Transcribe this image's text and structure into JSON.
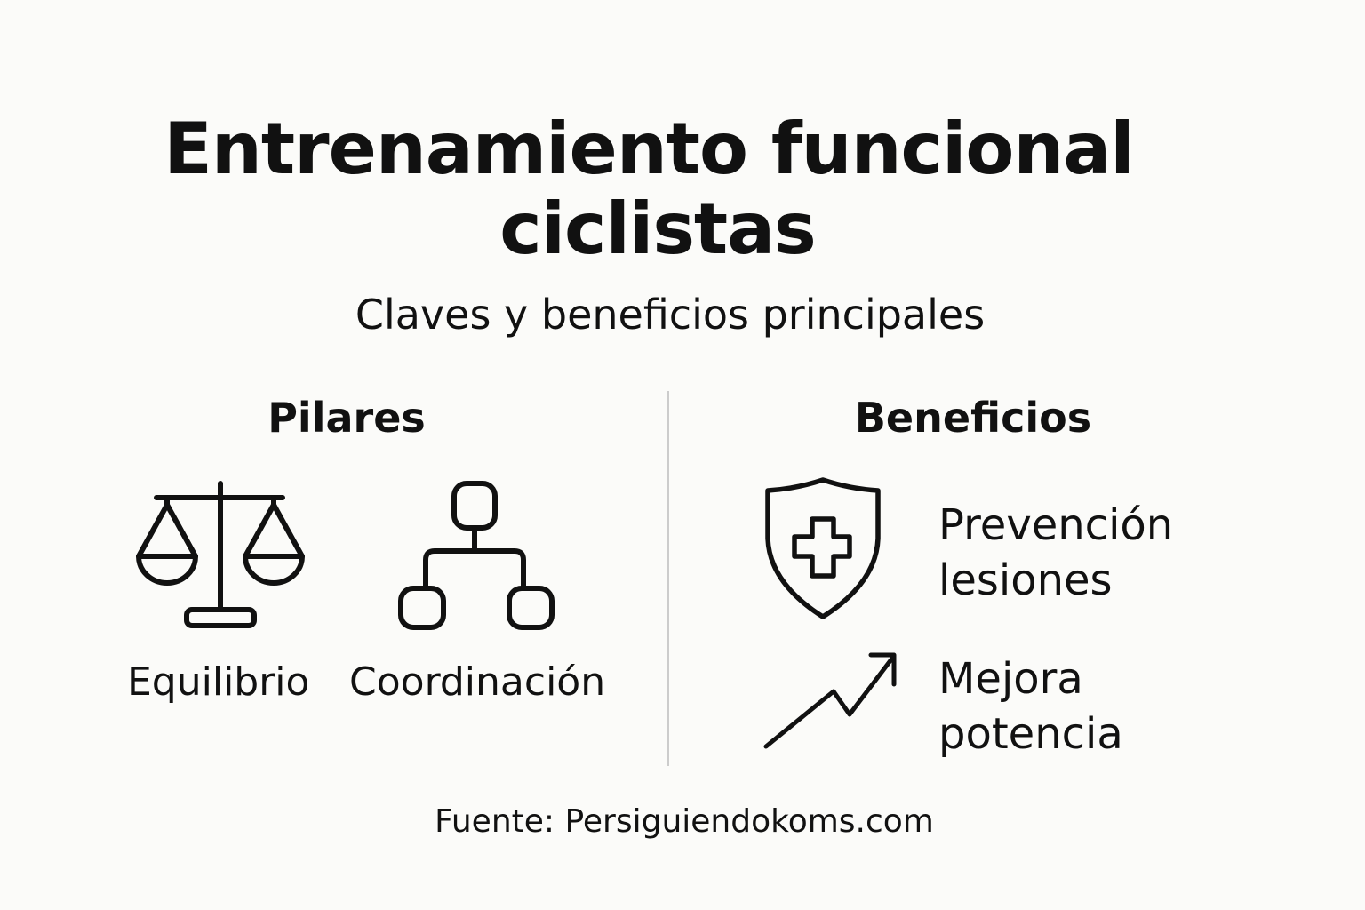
{
  "title": {
    "line1": "Entrenamiento funcional",
    "line2": "ciclistas"
  },
  "subtitle": "Claves y beneficios principales",
  "sections": {
    "pilares": {
      "heading": "Pilares",
      "items": [
        {
          "label": "Equilibrio",
          "icon": "balance-scale-icon"
        },
        {
          "label": "Coordinación",
          "icon": "hierarchy-nodes-icon"
        }
      ]
    },
    "beneficios": {
      "heading": "Beneficios",
      "items": [
        {
          "line1": "Prevención",
          "line2": "lesiones",
          "icon": "shield-plus-icon"
        },
        {
          "line1": "Mejora",
          "line2": "potencia",
          "icon": "trending-up-arrow-icon"
        }
      ]
    }
  },
  "source": "Fuente: Persiguiendokoms.com",
  "colors": {
    "background": "#fbfbf9",
    "text": "#111111",
    "divider": "#cccccc"
  }
}
